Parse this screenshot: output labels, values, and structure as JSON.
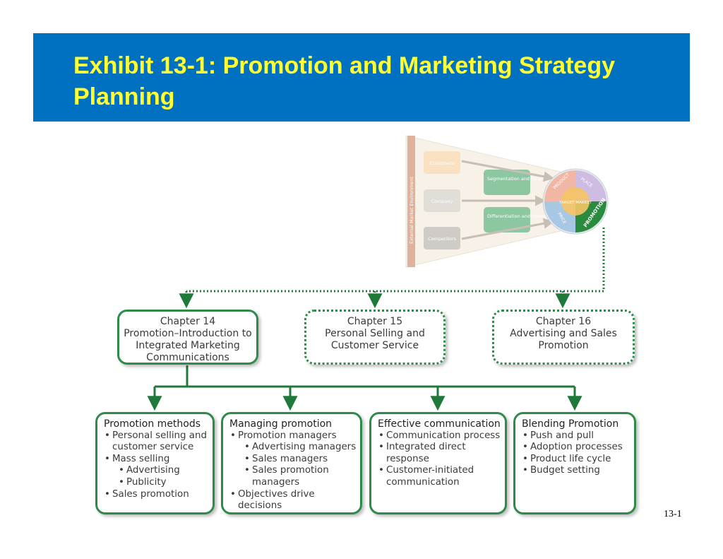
{
  "title": "Exhibit 13-1: Promotion and Marketing Strategy Planning",
  "page_number": "13-1",
  "strategy_graphic": {
    "side_label": "External Market Environment",
    "inputs": [
      "Customers",
      "Company",
      "Competitors"
    ],
    "steps": [
      "Segmentation and Targeting",
      "Differentiation and Positioning"
    ],
    "wheel_center": "TARGET MARKET",
    "wheel_segments": [
      "PRODUCT",
      "PLACE",
      "PROMOTION",
      "PRICE"
    ]
  },
  "chapters": [
    {
      "line1": "Chapter 14",
      "lines": [
        "Promotion–Introduction to",
        "Integrated Marketing",
        "Communications"
      ]
    },
    {
      "line1": "Chapter 15",
      "lines": [
        "Personal Selling and",
        "Customer Service"
      ]
    },
    {
      "line1": "Chapter 16",
      "lines": [
        "Advertising and Sales",
        "Promotion"
      ]
    }
  ],
  "topics": [
    {
      "title": "Promotion methods",
      "items": [
        {
          "text": "Personal selling and",
          "level": 0
        },
        {
          "text": "customer service",
          "level": 0,
          "cont": true
        },
        {
          "text": "Mass selling",
          "level": 0
        },
        {
          "text": "Advertising",
          "level": 1
        },
        {
          "text": "Publicity",
          "level": 1
        },
        {
          "text": "Sales promotion",
          "level": 0
        }
      ]
    },
    {
      "title": "Managing promotion",
      "items": [
        {
          "text": "Promotion managers",
          "level": 0
        },
        {
          "text": "Advertising managers",
          "level": 1
        },
        {
          "text": "Sales managers",
          "level": 1
        },
        {
          "text": "Sales promotion",
          "level": 1
        },
        {
          "text": "managers",
          "level": 1,
          "cont": true
        },
        {
          "text": "Objectives drive",
          "level": 0
        },
        {
          "text": "decisions",
          "level": 0,
          "cont": true
        }
      ]
    },
    {
      "title": "Effective communication",
      "items": [
        {
          "text": "Communication process",
          "level": 0
        },
        {
          "text": "Integrated direct",
          "level": 0
        },
        {
          "text": "response",
          "level": 0,
          "cont": true
        },
        {
          "text": "Customer-initiated",
          "level": 0
        },
        {
          "text": "communication",
          "level": 0,
          "cont": true
        }
      ]
    },
    {
      "title": "Blending Promotion",
      "items": [
        {
          "text": "Push and pull",
          "level": 0
        },
        {
          "text": "Adoption processes",
          "level": 0
        },
        {
          "text": "Product life cycle",
          "level": 0
        },
        {
          "text": "Budget setting",
          "level": 0
        }
      ]
    }
  ],
  "colors": {
    "header_bg": "#0070c0",
    "title_text": "#ffff33",
    "connector_green": "#1f7a3a",
    "box_border": "#2e8b4a"
  }
}
